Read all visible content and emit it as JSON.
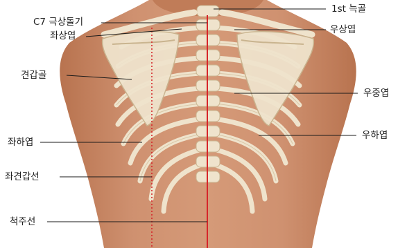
{
  "colors": {
    "skin": "#c98a66",
    "skin_dark": "#a86847",
    "bone": "#efe3cc",
    "bone_edge": "#c9b48f",
    "spine_line": "#d6252a",
    "scapular_line": "#d6252a",
    "leader": "#1a1a1a"
  },
  "labels": {
    "c7": "C7 극상돌기",
    "rib1": "1st 늑골",
    "left_upper_lobe": "좌상엽",
    "right_upper_lobe": "우상엽",
    "scapula": "견갑골",
    "right_middle_lobe": "우중엽",
    "left_lower_lobe": "좌하엽",
    "right_lower_lobe": "우하엽",
    "left_scapular_line": "좌견갑선",
    "vertebral_line": "척주선"
  },
  "icons": {
    "anatomy": "posterior-thorax-skeleton-illustration"
  }
}
